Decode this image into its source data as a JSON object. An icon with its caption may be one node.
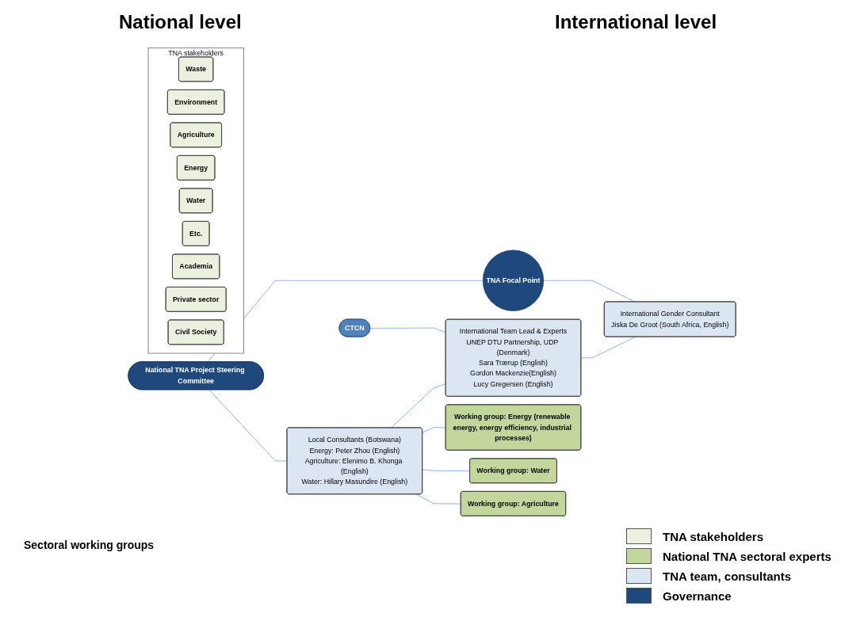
{
  "diagram": {
    "nodes": [
      {
        "text": [
          "National TNA Project Steering Committee"
        ]
      },
      {
        "text": [
          "TNA Focal Point"
        ]
      },
      {
        "text": [
          "CTCN"
        ]
      },
      {
        "text": [
          "Local Consultants (Botswana)",
          "Energy: Peter Zhou (English)",
          "Agriculture: Elenimo B. Khonga (English)",
          "Water: Hillary Masundire (English)"
        ]
      },
      {
        "text": [
          "International Team Lead & Experts",
          "UNEP DTU Partnership, UDP (Denmark)",
          "Sara Trærup (English)",
          "Gordon Mackenzie(English)",
          "Lucy Gregersen (English)"
        ]
      },
      {
        "text": [
          "Working group: Energy (renewable energy, energy efficiency, industrial processes)"
        ]
      },
      {
        "text": [
          "Working group: Water"
        ]
      },
      {
        "text": [
          "Working group: Agriculture"
        ]
      },
      {
        "text": [
          "International Gender Consultant",
          "Jiska De Groot (South Africa, English)"
        ]
      },
      {
        "text": [
          "TNA stakeholders"
        ]
      },
      {
        "text": [
          "Waste"
        ],
        "in": 9
      },
      {
        "text": [
          "Environment"
        ],
        "in": 9
      },
      {
        "text": [
          "Agriculture"
        ],
        "in": 9
      },
      {
        "text": [
          "Energy"
        ],
        "in": 9
      },
      {
        "text": [
          "Water"
        ],
        "in": 9
      },
      {
        "text": [
          "Etc."
        ],
        "in": 9
      },
      {
        "text": [
          "Academia"
        ],
        "in": 9
      },
      {
        "text": [
          "Private sector"
        ],
        "in": 9
      },
      {
        "text": [
          "Civil Society"
        ],
        "in": 9
      }
    ],
    "edges": [
      {
        "from": 0,
        "to": 1,
        "arrow": "none"
      },
      {
        "from": 1,
        "to": 8,
        "arrow": "none"
      },
      {
        "from": 0,
        "to": 3,
        "arrow": "none"
      },
      {
        "from": 2,
        "to": 4,
        "arrow": "none"
      },
      {
        "from": 3,
        "to": 4,
        "arrow": "none"
      },
      {
        "from": 3,
        "to": 5,
        "arrow": "none"
      },
      {
        "from": 3,
        "to": 6,
        "arrow": "none"
      },
      {
        "from": 3,
        "to": 7,
        "arrow": "none"
      },
      {
        "from": 4,
        "to": 8,
        "arrow": "none"
      }
    ],
    "labels": [
      "National level",
      "International level",
      "Sectoral working groups"
    ],
    "legend": [
      {
        "text": "TNA stakeholders",
        "color": "#ebf1de"
      },
      {
        "text": "National TNA sectoral experts",
        "color": "#c3d69b"
      },
      {
        "text": "TNA team, consultants",
        "color": "#dce6f2"
      },
      {
        "text": "Governance",
        "color": "#1f497d"
      }
    ]
  }
}
